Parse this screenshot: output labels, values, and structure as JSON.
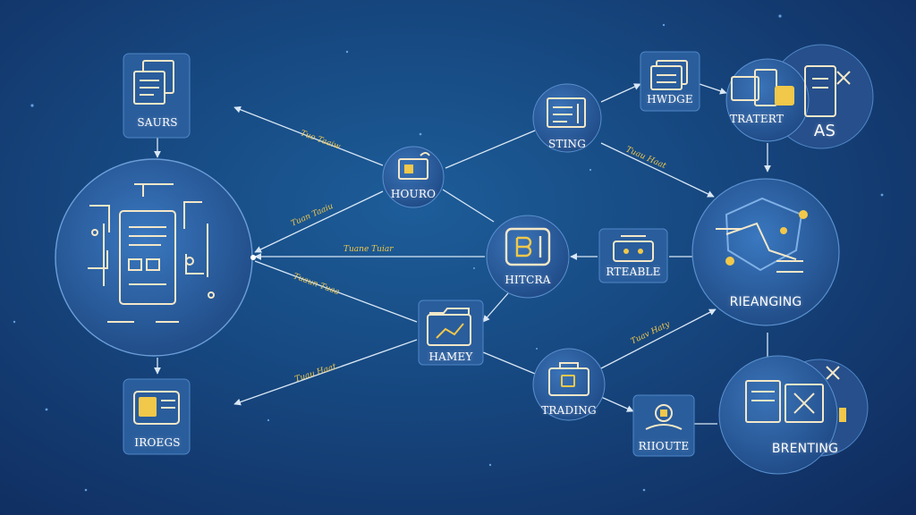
{
  "colors": {
    "line": "#d9e7f5",
    "icon": "#f3e7c8",
    "accent": "#f1c84a",
    "node_fill": "#2a5d9c",
    "node_fill_dark": "#234f8a"
  },
  "nodes": {
    "saurs": "SAURS",
    "central": "",
    "iroegs": "IROEGS",
    "houro": "HOURO",
    "hitcra": "HITCRA",
    "hamey": "HAMEY",
    "sting": "STING",
    "hwdge": "HWDGE",
    "tratert": "TRATERT",
    "as": "AS",
    "rteable": "RTEABLE",
    "reanging": "RIEANGING",
    "trading": "TRADING",
    "riioute": "RIIOUTE",
    "brenting": "BRENTING"
  },
  "edge_labels": {
    "upper": "Tuo Taaiw",
    "mid_left": "Tuan Taaiu",
    "middle": "Tuane Tuiar",
    "lower_mid": "Tuaun Tuaa",
    "lower": "Tuau Haat",
    "right_upper": "Tuau Haat",
    "right_lower": "Tuav Haty"
  }
}
